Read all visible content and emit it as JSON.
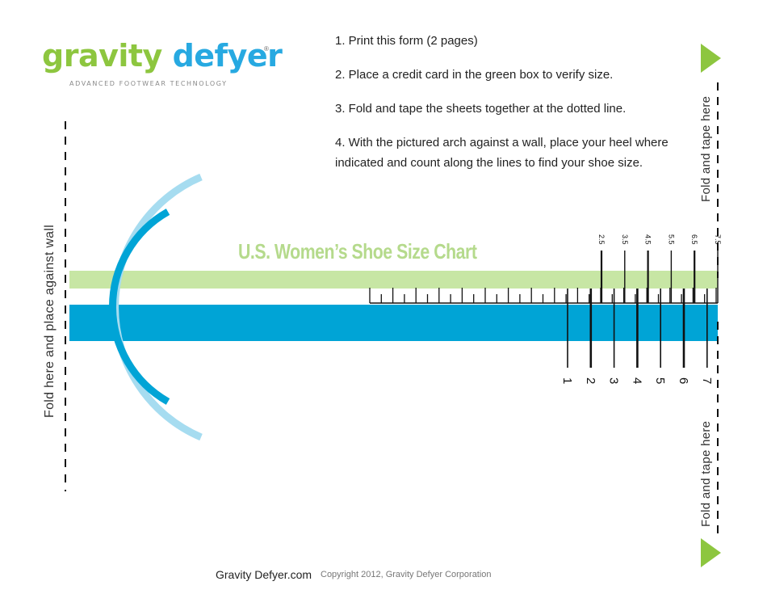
{
  "logo": {
    "word_gravity": "gravity",
    "word_defyer": "defyer",
    "registered": "®",
    "tagline": "ADVANCED FOOTWEAR TECHNOLOGY",
    "colors": {
      "green": "#8dc63f",
      "blue": "#27a9e1"
    }
  },
  "instructions": [
    "1. Print this form (2 pages)",
    "2. Place a credit card in the green box to verify size.",
    "3. Fold and tape the sheets together at the dotted line.",
    "4. With the pictured arch against a wall, place your heel where indicated and count along the lines to find your shoe size."
  ],
  "fold_labels": {
    "wall": "Fold here and place against wall",
    "tape_top": "Fold and tape here",
    "tape_bottom": "Fold and tape here"
  },
  "chart": {
    "title": "U.S. Women’s Shoe Size Chart",
    "whole_sizes": [
      "1",
      "2",
      "3",
      "4",
      "5",
      "6",
      "7"
    ],
    "half_sizes": [
      "2.5",
      "3.5",
      "4.5",
      "5.5",
      "6.5",
      "7.5"
    ],
    "colors": {
      "green_band": "#c7e6a4",
      "blue_band": "#00a4d6",
      "arc_light": "#a6dcf0",
      "arc_dark": "#00a4d6",
      "arrow": "#8dc63f"
    }
  },
  "footer": {
    "site": "Gravity Defyer.com",
    "copyright": "Copyright 2012, Gravity Defyer Corporation"
  }
}
